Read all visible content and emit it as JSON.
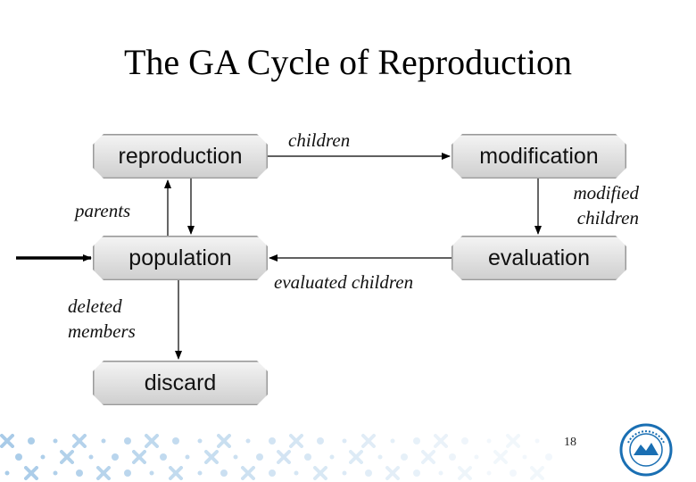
{
  "slide": {
    "title": "The GA Cycle of Reproduction",
    "page_number": "18",
    "logo_icon": "university-seal-icon"
  },
  "nodes": {
    "reproduction": "reproduction",
    "modification": "modification",
    "population": "population",
    "evaluation": "evaluation",
    "discard": "discard"
  },
  "labels": {
    "children": "children",
    "parents": "parents",
    "modified_children_line1": "modified",
    "modified_children_line2": "children",
    "evaluated_children": "evaluated children",
    "deleted_members_line1": "deleted",
    "deleted_members_line2": "members"
  },
  "colors": {
    "pattern_blue": "#a8cbe8",
    "logo_blue": "#1a6fb3"
  }
}
